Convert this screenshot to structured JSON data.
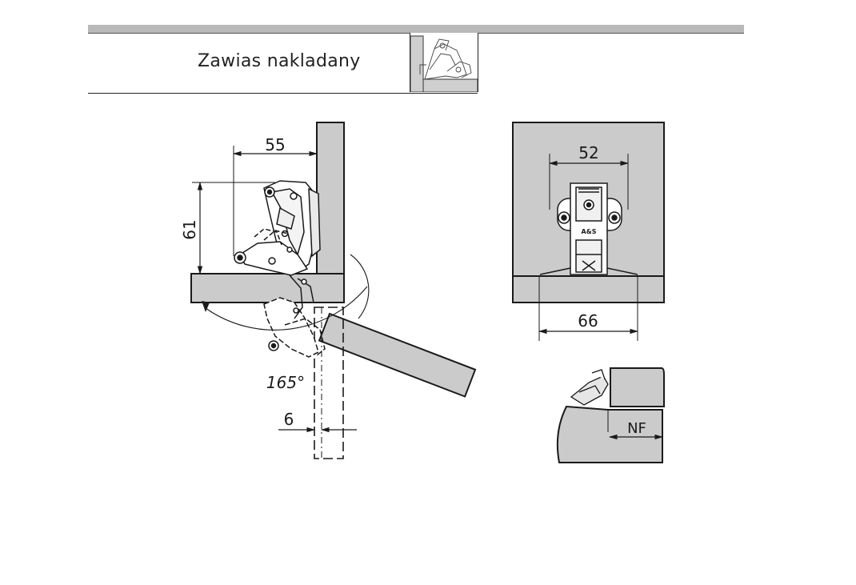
{
  "header": {
    "title": "Zawias nakladany"
  },
  "dimensions": {
    "depth": "55",
    "height": "61",
    "angle": "165°",
    "door_gap": "6",
    "screw_spacing": "52",
    "plate_width": "66",
    "overlay": "NF"
  },
  "logo": {
    "text": "A&S"
  },
  "colors": {
    "panel_fill": "#cbcbcb",
    "line": "#1a1a1a",
    "header_bar": "#b9b9b9"
  }
}
